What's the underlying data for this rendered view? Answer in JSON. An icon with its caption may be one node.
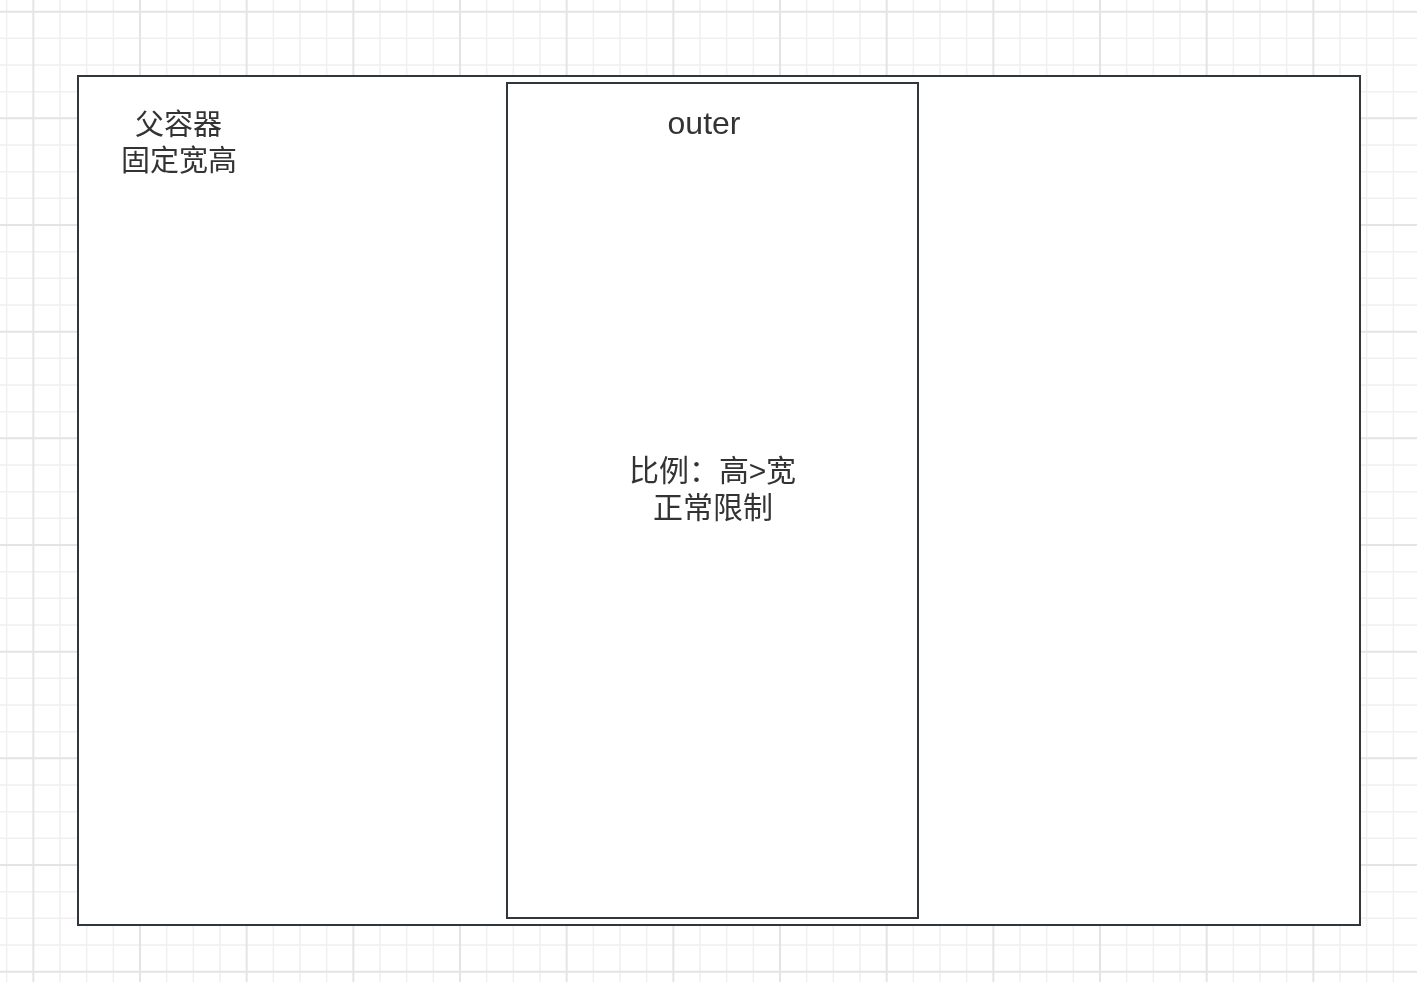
{
  "diagram": {
    "nodes": [
      {
        "text": [
          "父容器固定宽高"
        ]
      },
      {
        "text": [
          "outer",
          "比例：高>宽正常限制"
        ],
        "in": 0
      }
    ]
  }
}
